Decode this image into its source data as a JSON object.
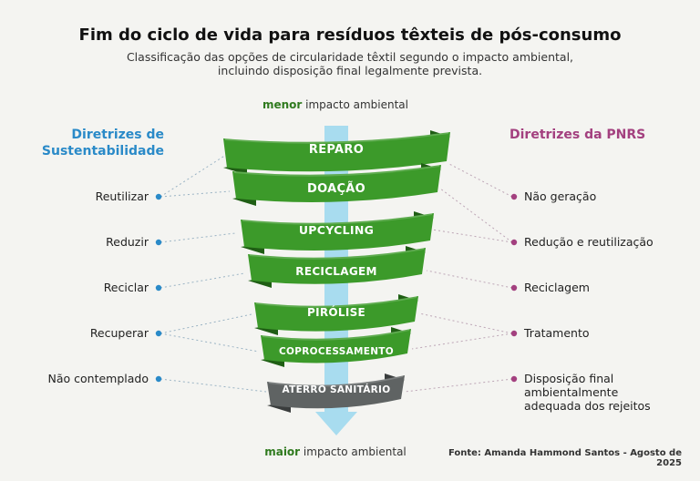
{
  "title": "Fim do ciclo de vida para resíduos têxteis de pós-consumo",
  "subtitle": "Classificação das opções de circularidade têxtil segundo o impacto ambiental, incluindo disposição final legalmente prevista.",
  "impact_top": {
    "strong": "menor",
    "rest": " impacto ambiental"
  },
  "impact_bottom": {
    "strong": "maior",
    "rest": " impacto ambiental"
  },
  "left": {
    "title": "Diretrizes de Sustentabilidade",
    "items": [
      "Reutilizar",
      "Reduzir",
      "Reciclar",
      "Recuperar",
      "Não contemplado"
    ]
  },
  "right": {
    "title": "Diretrizes da PNRS",
    "items": [
      "Não geração",
      "Redução e reutilização",
      "Reciclagem",
      "Tratamento",
      "Disposição final ambientalmente adequada dos rejeitos"
    ]
  },
  "bands": [
    "REPARO",
    "DOAÇÃO",
    "UPCYCLING",
    "RECICLAGEM",
    "PIRÓLISE",
    "COPROCESSAMENTO",
    "ATERRO SANITÁRIO"
  ],
  "source": "Fonte: Amanda Hammond Santos - Agosto de 2025",
  "colors": {
    "green": "#3c9a2a",
    "green_dark": "#1f5e14",
    "gray": "#5f6363",
    "gray_dark": "#3a3d3d",
    "arrow": "#a8dcef",
    "left_accent": "#2a8ac8",
    "right_accent": "#a3407f"
  }
}
